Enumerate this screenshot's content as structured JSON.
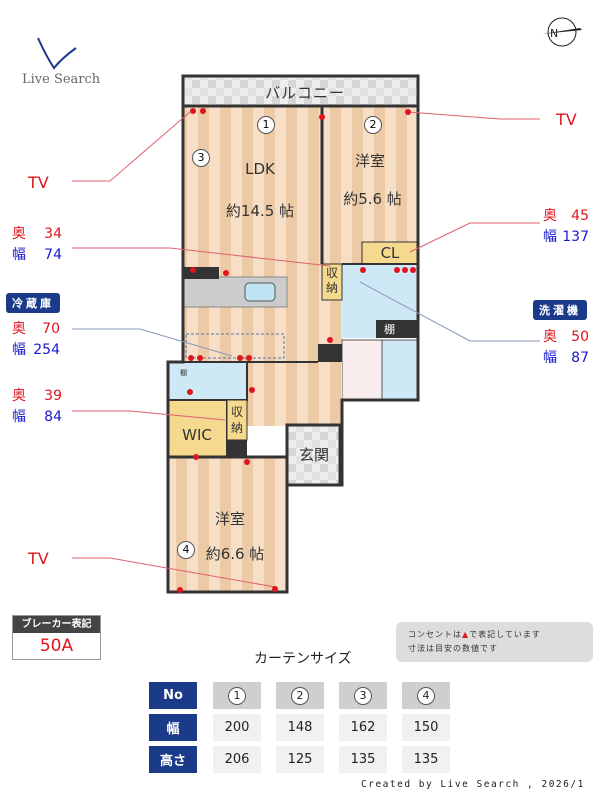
{
  "logo": {
    "text": "Live Search"
  },
  "compass": {
    "label": "N"
  },
  "rooms": {
    "balcony": "バルコニー",
    "ldk": {
      "name": "LDK",
      "size": "約14.5 帖"
    },
    "western2": {
      "name": "洋室",
      "size": "約5.6 帖"
    },
    "western4": {
      "name": "洋室",
      "size": "約6.6 帖"
    },
    "cl": "CL",
    "storage1": "収納",
    "storage2": "収納",
    "shelf": "棚",
    "wic": "WIC",
    "entrance": "玄関",
    "toilet_shelf": "棚"
  },
  "windows": [
    "1",
    "2",
    "3",
    "4"
  ],
  "annotations": {
    "tv_left_top": "TV",
    "tv_right": "TV",
    "tv_left_bottom": "TV",
    "a1": {
      "depth_label": "奥",
      "depth": "34",
      "width_label": "幅",
      "width": "74"
    },
    "fridge": {
      "tag": "冷蔵庫",
      "depth_label": "奥",
      "depth": "70",
      "width_label": "幅",
      "width": "254"
    },
    "a3": {
      "depth_label": "奥",
      "depth": "39",
      "width_label": "幅",
      "width": "84"
    },
    "a4": {
      "depth_label": "奥",
      "depth": "45",
      "width_label": "幅",
      "width": "137"
    },
    "washer": {
      "tag": "洗濯機",
      "depth_label": "奥",
      "depth": "50",
      "width_label": "幅",
      "width": "87"
    }
  },
  "breaker": {
    "title": "ブレーカー表記",
    "value": "50A"
  },
  "note": {
    "line1_a": "コンセントは",
    "line1_b": "で表記しています",
    "line2": "寸法は目安の数値です"
  },
  "curtain": {
    "title": "カーテンサイズ",
    "row_headers": [
      "No",
      "幅",
      "高さ"
    ],
    "numbers": [
      "1",
      "2",
      "3",
      "4"
    ],
    "widths": [
      "200",
      "148",
      "162",
      "150"
    ],
    "heights": [
      "206",
      "125",
      "135",
      "135"
    ]
  },
  "footer": "Created by Live Search , 2026/1",
  "colors": {
    "outlet": "#e0141e",
    "header": "#1c3a8a",
    "floor": "#f5dcc0",
    "wet": "#cfe8f5"
  }
}
